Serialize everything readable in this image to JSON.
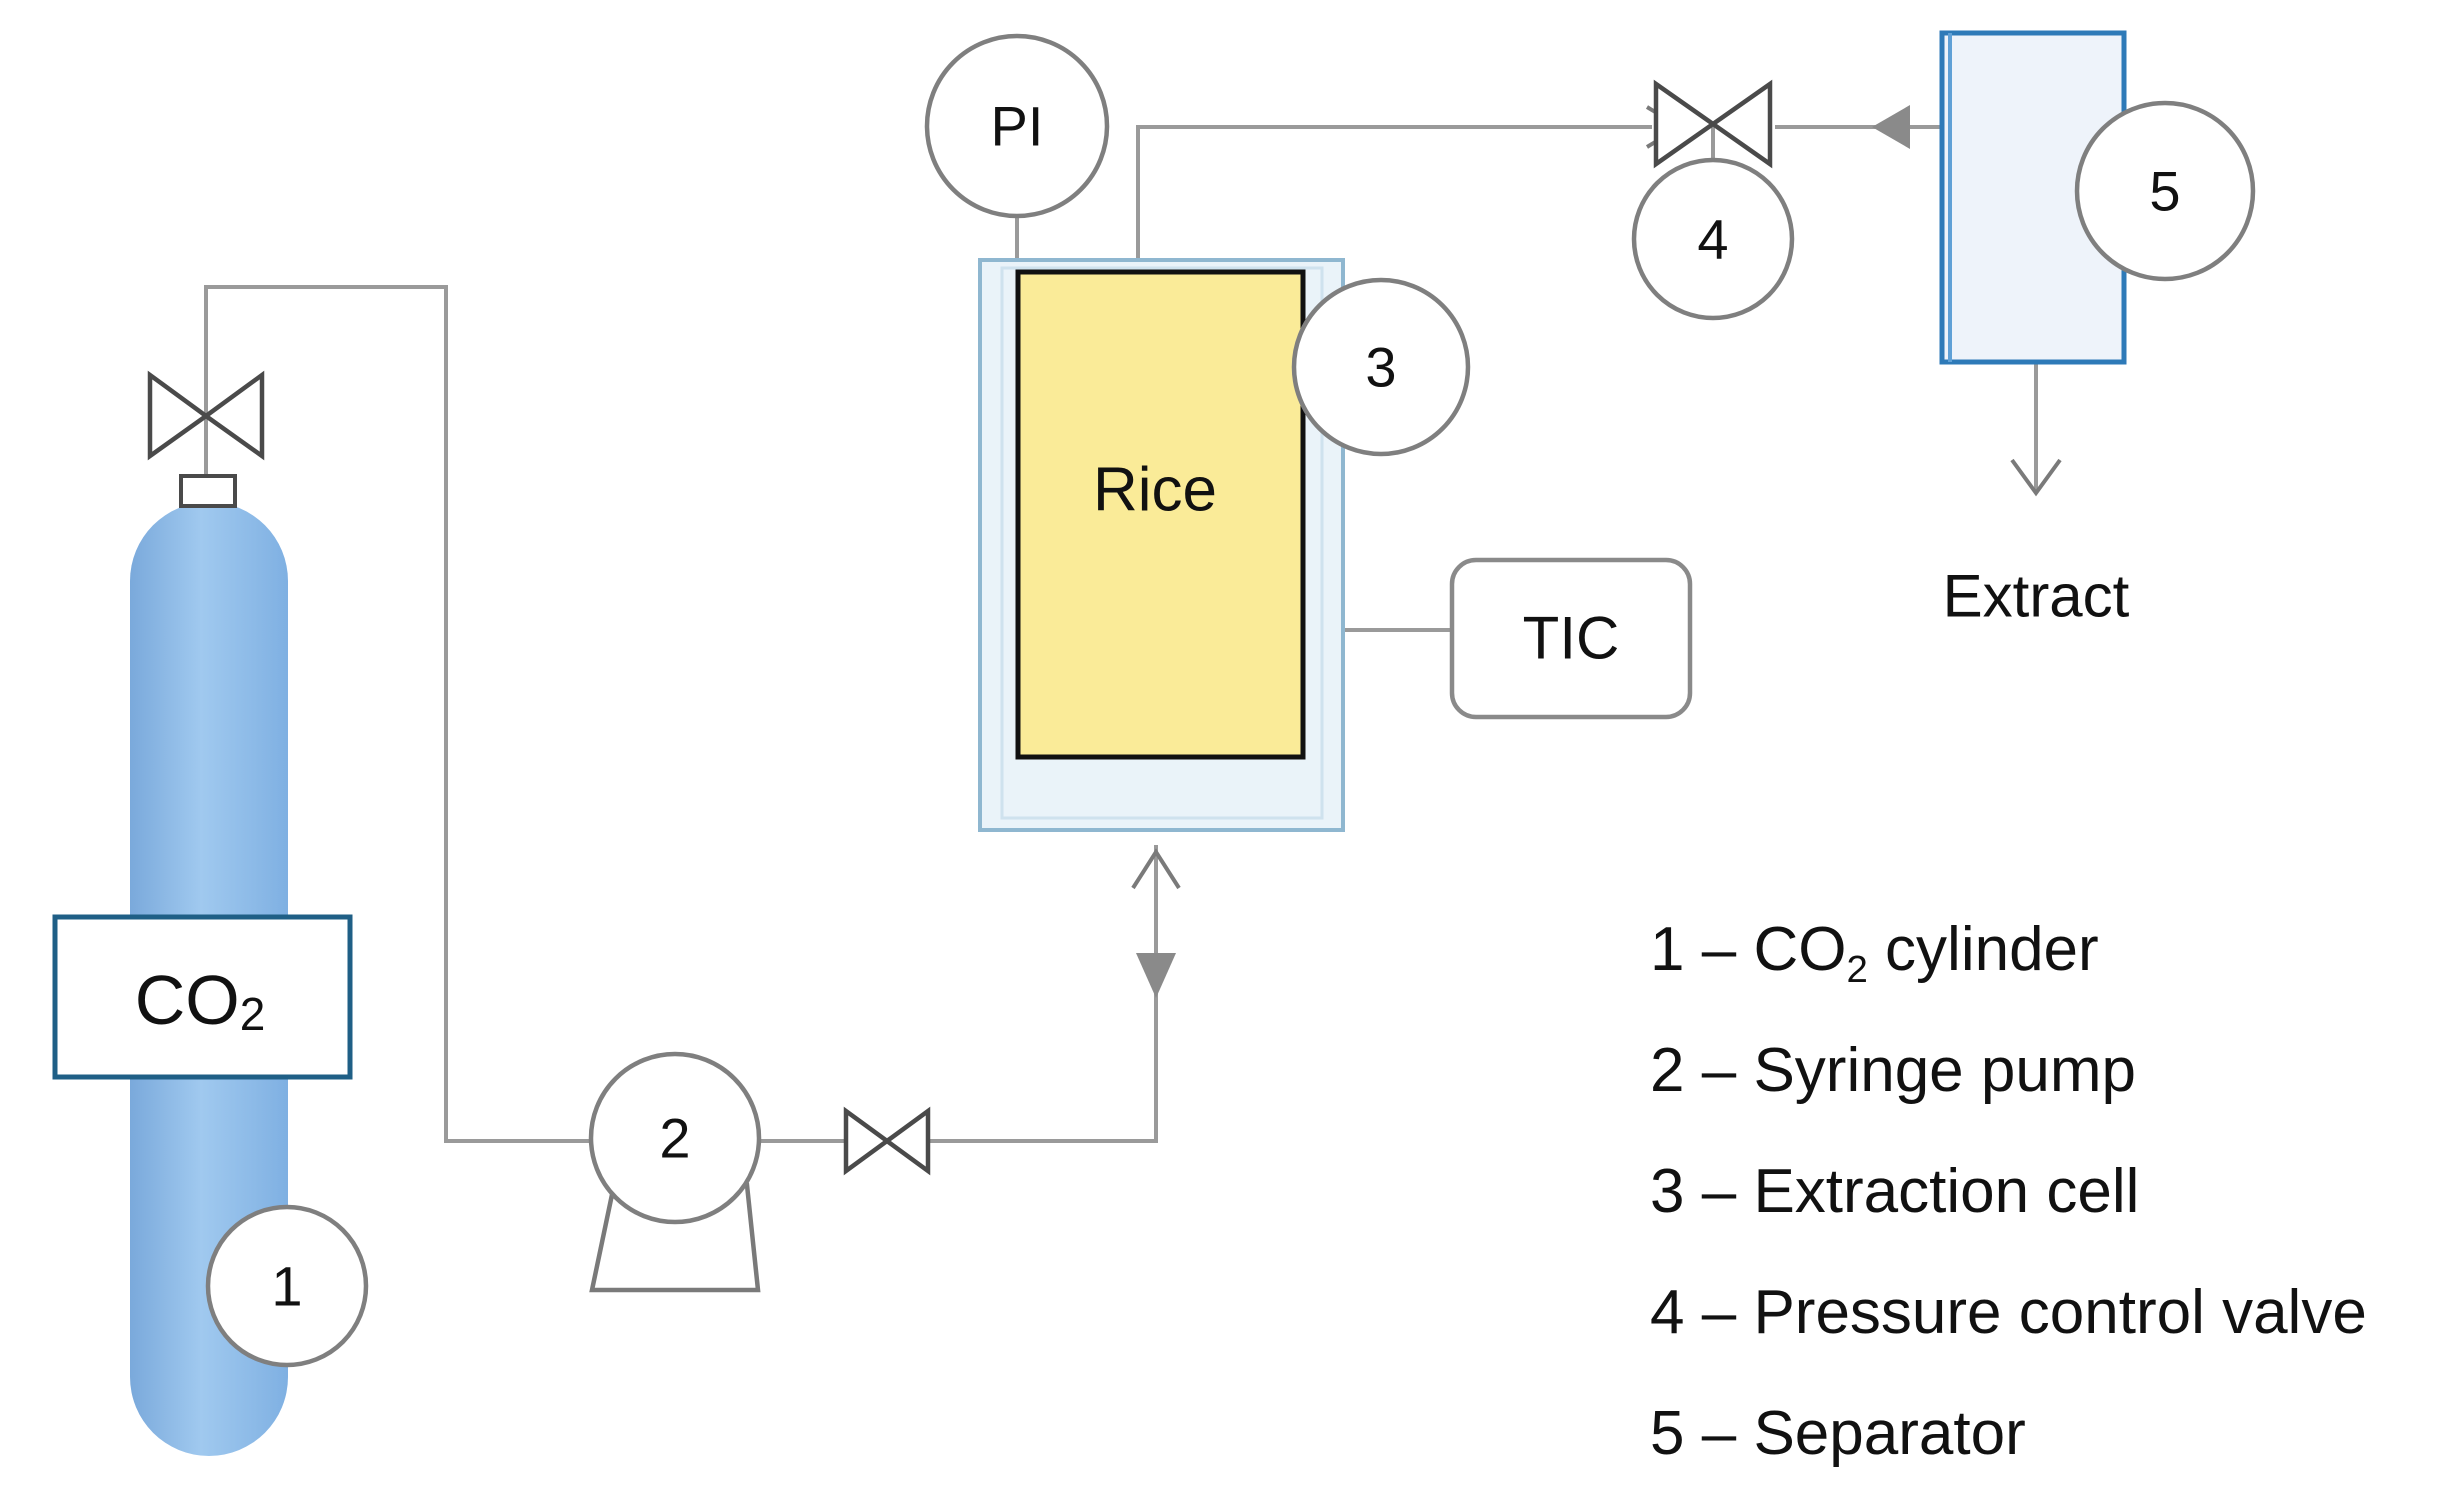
{
  "cylinder": {
    "label": "CO",
    "label_sub": "2",
    "color": "#8fbfec",
    "tag": "1"
  },
  "pump": {
    "tag": "2"
  },
  "extraction_cell": {
    "content_label": "Rice",
    "tag": "3",
    "fill_color": "#faeb98",
    "jacket_color": "#eaf3f9"
  },
  "pressure_indicator": {
    "label": "PI"
  },
  "temperature_controller": {
    "label": "TIC"
  },
  "pressure_valve": {
    "tag": "4"
  },
  "separator": {
    "tag": "5"
  },
  "outlet": {
    "label": "Extract"
  },
  "legend": [
    {
      "num": "1",
      "dash": "–",
      "text_before": "CO",
      "sub": "2",
      "text_after": " cylinder"
    },
    {
      "num": "2",
      "dash": "–",
      "text_before": "Syringe pump",
      "sub": "",
      "text_after": ""
    },
    {
      "num": "3",
      "dash": "–",
      "text_before": "Extraction cell",
      "sub": "",
      "text_after": ""
    },
    {
      "num": "4",
      "dash": "–",
      "text_before": "Pressure control valve",
      "sub": "",
      "text_after": ""
    },
    {
      "num": "5",
      "dash": "–",
      "text_before": "Separator",
      "sub": "",
      "text_after": ""
    }
  ],
  "colors": {
    "pipe": "#9a9a9a",
    "valve": "#4a4a4a",
    "badge_border": "#7f7f7f",
    "label_border": "#1f5f86"
  },
  "icons": {
    "valves": "bowtie-valve-icon",
    "flow_arrows": "arrowhead-icon"
  }
}
